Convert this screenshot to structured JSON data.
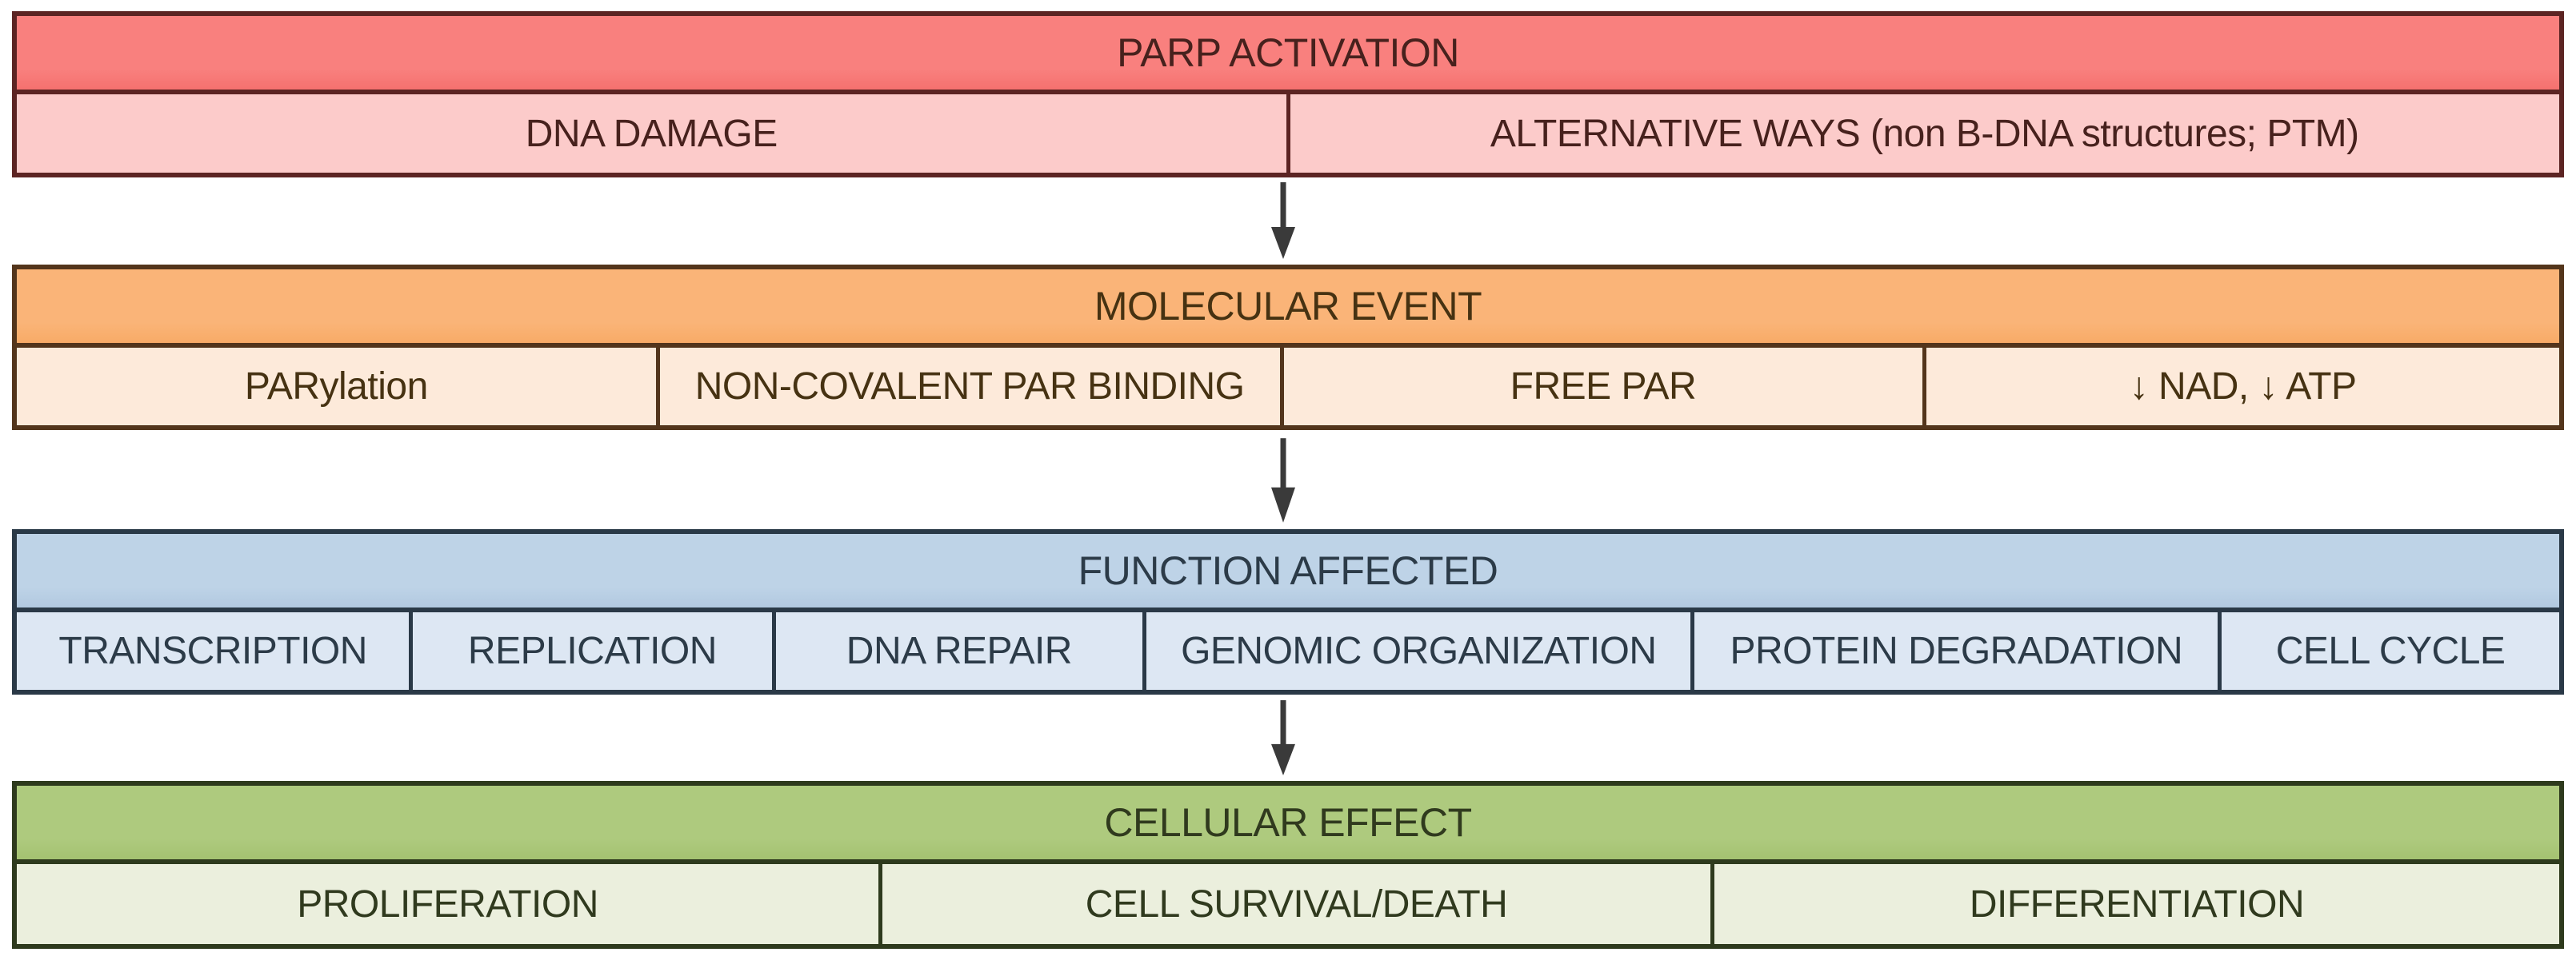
{
  "diagram_title": "PARP activation flowchart",
  "arrow": {
    "icon": "down-arrow-icon",
    "color": "#3a3a3a"
  },
  "bands": [
    {
      "id": "parp-activation",
      "header": "PARP ACTIVATION",
      "colors": {
        "header_bg": "#f9807e",
        "header_bg2": "#f5716f",
        "cell_bg": "#fccbca",
        "border": "#5c2423",
        "text": "#47211d"
      },
      "cells": [
        {
          "label": "DNA DAMAGE",
          "flex": 1.0
        },
        {
          "label": "ALTERNATIVE WAYS (non B-DNA structures; PTM)",
          "flex": 1.0
        }
      ]
    },
    {
      "id": "molecular-event",
      "header": "MOLECULAR EVENT",
      "colors": {
        "header_bg": "#fab478",
        "header_bg2": "#f8ab67",
        "cell_bg": "#fdeada",
        "border": "#53351b",
        "text": "#463212"
      },
      "cells": [
        {
          "label": "PARylation",
          "flex": 1.01
        },
        {
          "label": "NON-COVALENT PAR BINDING",
          "flex": 0.98
        },
        {
          "label": "FREE PAR",
          "flex": 1.01
        },
        {
          "label": "↓ NAD, ↓ ATP",
          "flex": 1.0
        }
      ]
    },
    {
      "id": "function-affected",
      "header": "FUNCTION AFFECTED",
      "colors": {
        "header_bg": "#bed3e7",
        "header_bg2": "#b2c9e0",
        "cell_bg": "#dde7f3",
        "border": "#2a3947",
        "text": "#2c3b48"
      },
      "cells": [
        {
          "label": "TRANSCRIPTION",
          "flex": 0.93
        },
        {
          "label": "REPLICATION",
          "flex": 0.85
        },
        {
          "label": "DNA REPAIR",
          "flex": 0.87
        },
        {
          "label": "GENOMIC ORGANIZATION",
          "flex": 1.29
        },
        {
          "label": "PROTEIN DEGRADATION",
          "flex": 1.24
        },
        {
          "label": "CELL CYCLE",
          "flex": 0.8
        }
      ]
    },
    {
      "id": "cellular-effect",
      "header": "CELLULAR EFFECT",
      "colors": {
        "header_bg": "#aeca7e",
        "header_bg2": "#a4c271",
        "cell_bg": "#ebefdd",
        "border": "#2e3a1d",
        "text": "#303a1e"
      },
      "cells": [
        {
          "label": "PROLIFERATION",
          "flex": 1.02
        },
        {
          "label": "CELL SURVIVAL/DEATH",
          "flex": 0.98
        },
        {
          "label": "DIFFERENTIATION",
          "flex": 1.0
        }
      ]
    }
  ]
}
